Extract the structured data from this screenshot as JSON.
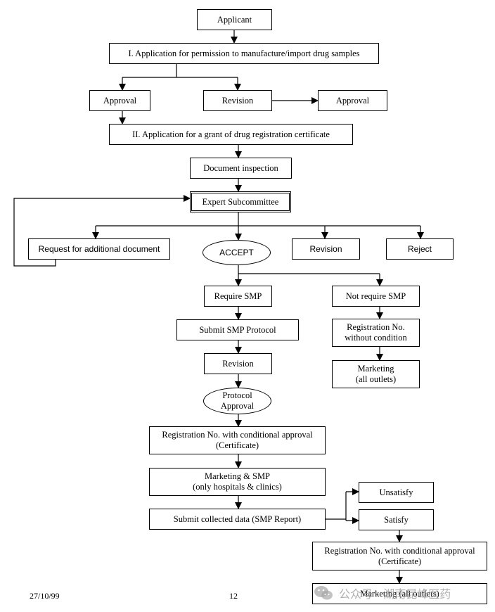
{
  "nodes": {
    "applicant": "Applicant",
    "app1": "I. Application for permission to manufacture/import drug samples",
    "approval_left": "Approval",
    "revision_top": "Revision",
    "approval_right": "Approval",
    "app2": "II. Application for a grant of drug registration certificate",
    "doc_inspection": "Document inspection",
    "expert": "Expert Subcommittee",
    "request_doc": "Request for additional document",
    "accept": "ACCEPT",
    "revision_mid": "Revision",
    "reject": "Reject",
    "require_smp": "Require SMP",
    "not_require_smp": "Not require SMP",
    "submit_smp": "Submit SMP Protocol",
    "reg_no_uncond": "Registration No.\nwithout condition",
    "revision_low": "Revision",
    "marketing_all": "Marketing\n(all outlets)",
    "protocol_approval": "Protocol\nApproval",
    "reg_cond_1": "Registration No. with conditional approval\n(Certificate)",
    "marketing_smp": "Marketing & SMP\n(only hospitals & clinics)",
    "submit_data": "Submit collected data (SMP Report)",
    "unsatisfy": "Unsatisfy",
    "satisfy": "Satisfy",
    "reg_cond_2": "Registration No. with conditional approval\n(Certificate)",
    "marketing_all_final": "Marketing (all outlets)"
  },
  "footer": {
    "date": "27/10/99",
    "page": "12"
  },
  "watermark": {
    "text": "公众号 · 湖南昆峰医药",
    "icon": "wechat-icon"
  }
}
